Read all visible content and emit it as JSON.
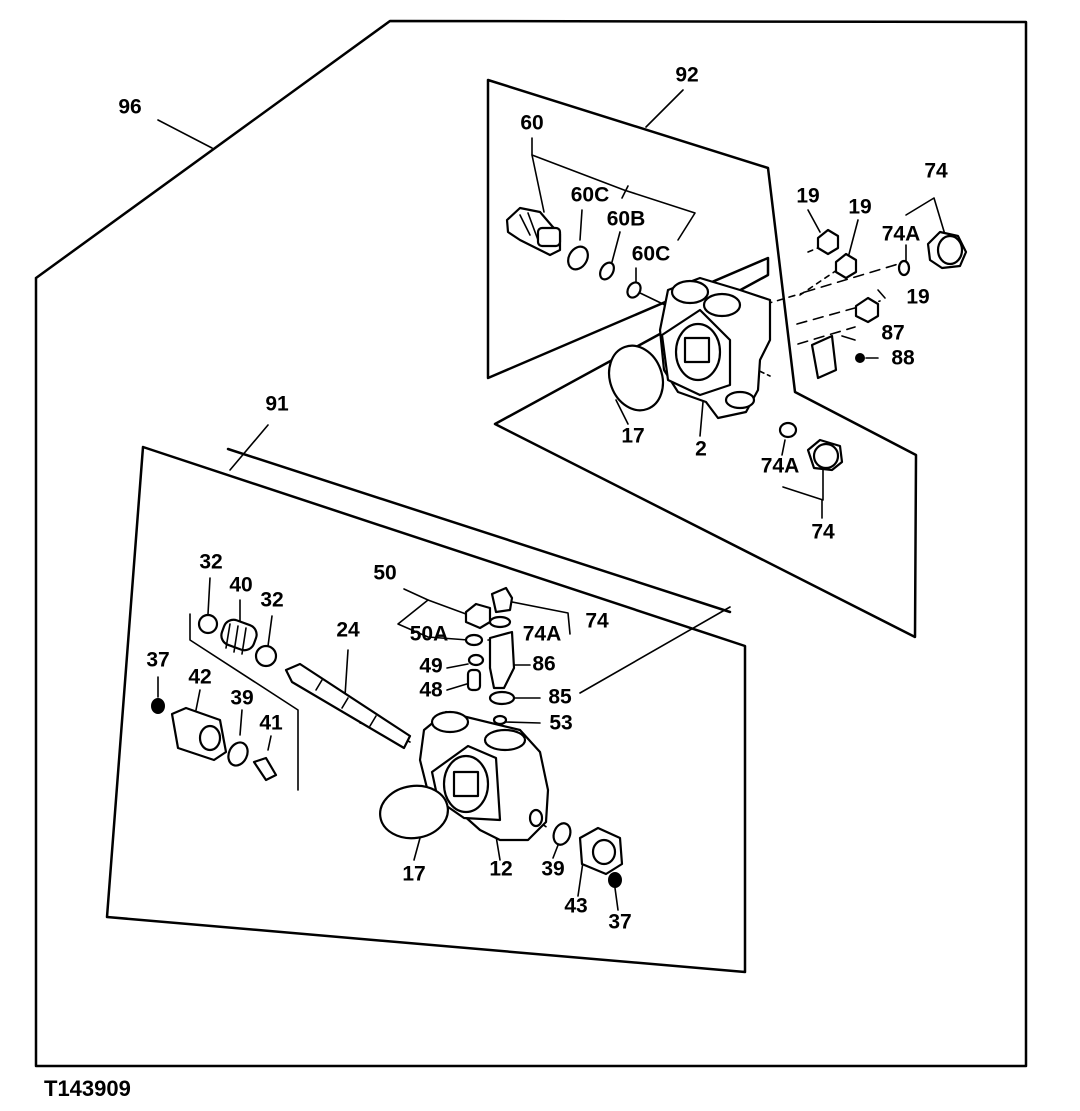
{
  "figure_id": "T143909",
  "labels": {
    "l96": "96",
    "l92": "92",
    "l91": "91",
    "l60": "60",
    "l60c_a": "60C",
    "l60b": "60B",
    "l60c_b": "60C",
    "l19_a": "19",
    "l19_b": "19",
    "l19_c": "19",
    "l74_a": "74",
    "l74a_a": "74A",
    "l87": "87",
    "l88": "88",
    "l17_a": "17",
    "l2": "2",
    "l74a_b": "74A",
    "l74_b": "74",
    "l32_a": "32",
    "l40": "40",
    "l32_b": "32",
    "l24": "24",
    "l50": "50",
    "l50a": "50A",
    "l74a_c": "74A",
    "l74_c": "74",
    "l49": "49",
    "l86": "86",
    "l48": "48",
    "l85": "85",
    "l53": "53",
    "l37_a": "37",
    "l42": "42",
    "l39_a": "39",
    "l41": "41",
    "l17_b": "17",
    "l12": "12",
    "l39_b": "39",
    "l43": "43",
    "l37_b": "37"
  }
}
